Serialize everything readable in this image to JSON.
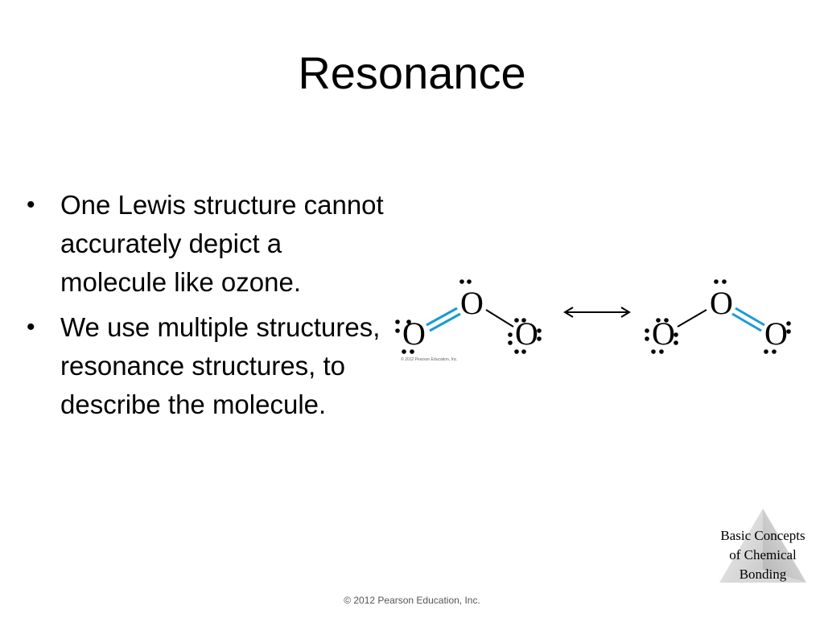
{
  "slide": {
    "title": "Resonance",
    "bullets": [
      "One Lewis structure cannot accurately depict a molecule like ozone.",
      "We use multiple structures, resonance structures, to describe the molecule."
    ],
    "bullet_symbol": "•"
  },
  "diagram": {
    "atom_symbol": "O",
    "credit": "© 2012 Pearson Education, Inc.",
    "double_bond_color": "#1a9ad6"
  },
  "chapter_badge": {
    "lines": [
      "Basic Concepts",
      "of Chemical",
      "Bonding"
    ]
  },
  "footer": {
    "copyright": "© 2012 Pearson Education, Inc."
  }
}
